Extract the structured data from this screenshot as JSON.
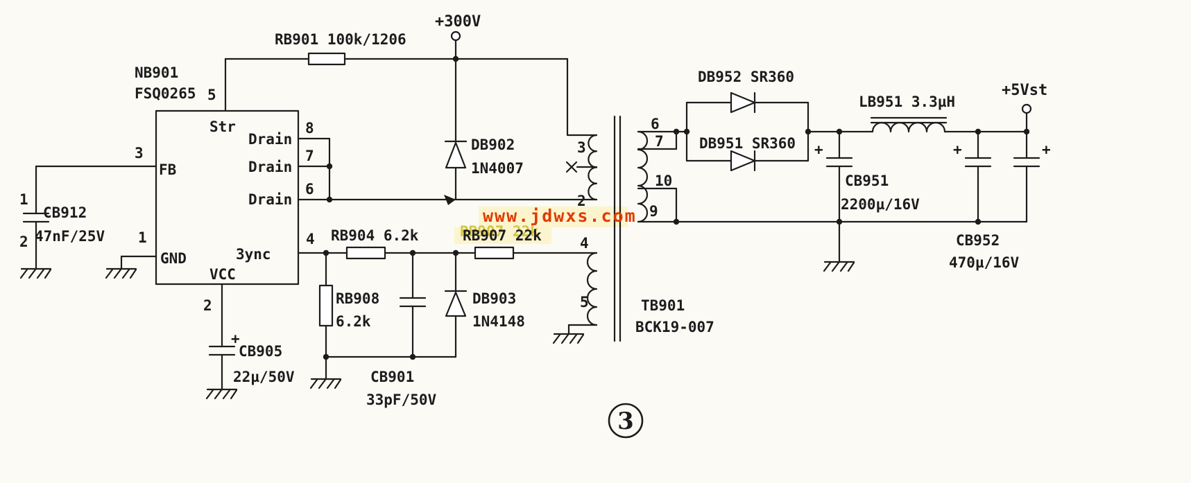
{
  "schematic": {
    "figure_number": "3",
    "watermark": "www.jdwxs.com",
    "nets": {
      "v300": "+300V",
      "v5st": "+5Vst"
    },
    "symbols": {
      "plus": "+"
    },
    "ic": {
      "ref": "NB901",
      "part": "FSQ0265",
      "pins": {
        "str": "Str",
        "fb": "FB",
        "gnd": "GND",
        "vcc": "VCC",
        "sync": "3ync",
        "drain": "Drain",
        "n5": "5",
        "n3": "3",
        "n1": "1",
        "n2": "2",
        "n4": "4",
        "n8": "8",
        "n7": "7",
        "n6": "6"
      }
    },
    "components": {
      "rb901": {
        "label": "RB901 100k/1206"
      },
      "cb912": {
        "ref": "CB912",
        "value": "47nF/25V",
        "pin1": "1",
        "pin2": "2"
      },
      "cb905": {
        "ref": "CB905",
        "value": "22µ/50V"
      },
      "rb904": {
        "label": "RB904 6.2k"
      },
      "rb907": {
        "label": "RB907 22k"
      },
      "rb908": {
        "ref": "RB908",
        "value": "6.2k"
      },
      "cb901": {
        "ref": "CB901",
        "value": "33pF/50V"
      },
      "db902": {
        "ref": "DB902",
        "value": "1N4007"
      },
      "db903": {
        "ref": "DB903",
        "value": "1N4148"
      },
      "db952": {
        "label": "DB952 SR360"
      },
      "db951": {
        "label": "DB951 SR360"
      },
      "cb951": {
        "ref": "CB951",
        "value": "2200µ/16V"
      },
      "lb951": {
        "label": "LB951 3.3µH"
      },
      "cb952": {
        "ref": "CB952",
        "value": "470µ/16V"
      },
      "tb901": {
        "ref": "TB901",
        "part": "BCK19-007",
        "p3": "3",
        "p2": "2",
        "p4": "4",
        "p5": "5",
        "s6": "6",
        "s7": "7",
        "s10": "10",
        "s9": "9"
      }
    }
  }
}
